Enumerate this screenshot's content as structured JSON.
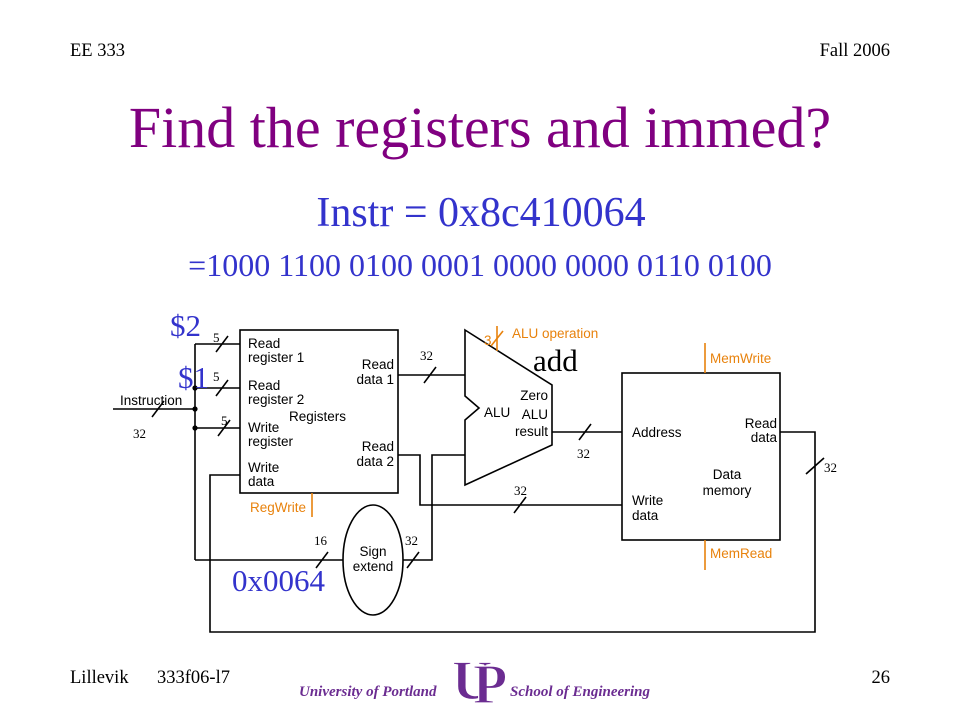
{
  "header": {
    "course": "EE 333",
    "term": "Fall 2006"
  },
  "title": "Find the registers and immed?",
  "instruction": {
    "hex": "Instr = 0x8c410064",
    "binary": "=1000 1100 0100 0001 0000 0000 0110 0100"
  },
  "annotations": {
    "read_reg1": "$2",
    "read_reg2": "$1",
    "alu_op": "add",
    "immediate": "0x0064"
  },
  "datapath": {
    "instruction_label": "Instruction",
    "registers": {
      "name": "Registers",
      "read_register_1": [
        "Read",
        "register 1"
      ],
      "read_register_2": [
        "Read",
        "register 2"
      ],
      "write_register": [
        "Write",
        "register"
      ],
      "write_data": [
        "Write",
        "data"
      ],
      "read_data_1": [
        "Read",
        "data 1"
      ],
      "read_data_2": [
        "Read",
        "data 2"
      ]
    },
    "sign_extend": [
      "Sign",
      "extend"
    ],
    "alu": {
      "name": "ALU",
      "zero": "Zero",
      "result": [
        "ALU",
        "result"
      ]
    },
    "data_memory": {
      "name": [
        "Data",
        "memory"
      ],
      "address": "Address",
      "write_data": [
        "Write",
        "data"
      ],
      "read_data": [
        "Read",
        "data"
      ]
    },
    "control": {
      "reg_write": "RegWrite",
      "alu_operation": "ALU operation",
      "alu_operation_bits": "3",
      "mem_write": "MemWrite",
      "mem_read": "MemRead"
    },
    "bus_widths": {
      "instruction": "32",
      "read_register_1": "5",
      "read_register_2": "5",
      "write_register": "5",
      "read_data_1": "32",
      "alu_result": "32",
      "read_data_2": "32",
      "sign_extend_in": "16",
      "sign_extend_out": "32",
      "memory_read_data": "32"
    }
  },
  "footer": {
    "author": "Lillevik",
    "file": "333f06-l7",
    "page": "26",
    "logo": {
      "left": "University of Portland",
      "letters": [
        "U",
        "P"
      ],
      "right": "School of Engineering"
    }
  },
  "colors": {
    "background": "#ffffff",
    "title": "#800080",
    "annotation": "#3333cc",
    "control": "#e8820c",
    "logo": "#6b2c91",
    "wire": "#000000"
  }
}
